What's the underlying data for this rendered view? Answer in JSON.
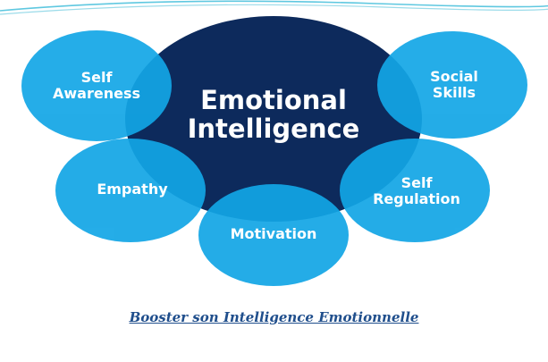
{
  "diagram": {
    "center": {
      "line1": "Emotional",
      "line2": "Intelligence"
    },
    "nodes": {
      "self_awareness": {
        "line1": "Self",
        "line2": "Awareness"
      },
      "social_skills": {
        "line1": "Social",
        "line2": "Skills"
      },
      "empathy": {
        "line1": "Empathy"
      },
      "self_regulation": {
        "line1": "Self",
        "line2": "Regulation"
      },
      "motivation": {
        "line1": "Motivation"
      }
    }
  },
  "caption": "Booster son Intelligence Emotionnelle",
  "colors": {
    "center_fill": "#0d2a5c",
    "node_fill": "#12a6e6",
    "swoosh": "#5fc8e0",
    "caption": "#1f4e8c"
  }
}
